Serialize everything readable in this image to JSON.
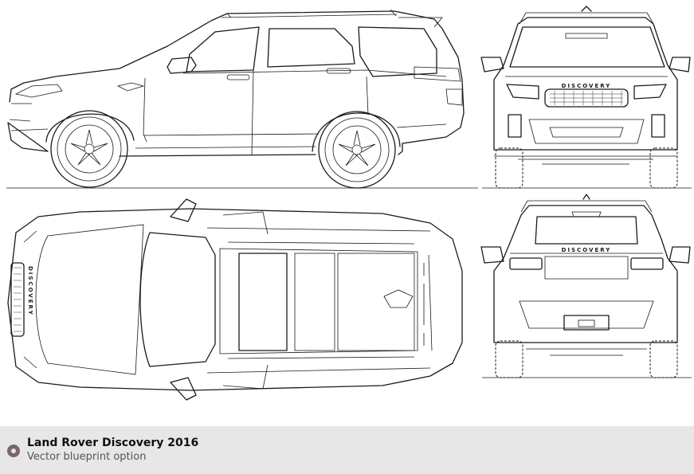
{
  "views": {
    "front_badge": "DISCOVERY",
    "rear_badge": "DISCOVERY",
    "hood_badge": "DISCOVERY"
  },
  "caption": {
    "title": "Land Rover Discovery 2016",
    "subtitle": "Vector blueprint option"
  },
  "colors": {
    "background": "#ffffff",
    "line": "#1a1a1a",
    "footer_bg": "#e7e7e7",
    "icon": "#7a6670"
  }
}
